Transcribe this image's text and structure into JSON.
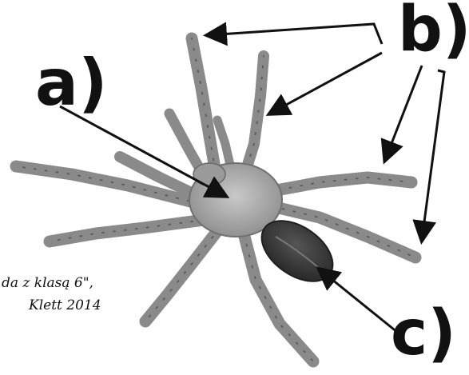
{
  "labels": {
    "a": "a)",
    "b": "b)",
    "c": "c)"
  },
  "source_caption": {
    "line1": "da z klasą 6\",",
    "line2": "Klett 2014"
  },
  "colors": {
    "ink": "#111111",
    "leg": "#8a8a8a",
    "leg_dark": "#5e5e5e",
    "carapace": "#a8a8a8",
    "abdomen": "#3a3a3a"
  }
}
